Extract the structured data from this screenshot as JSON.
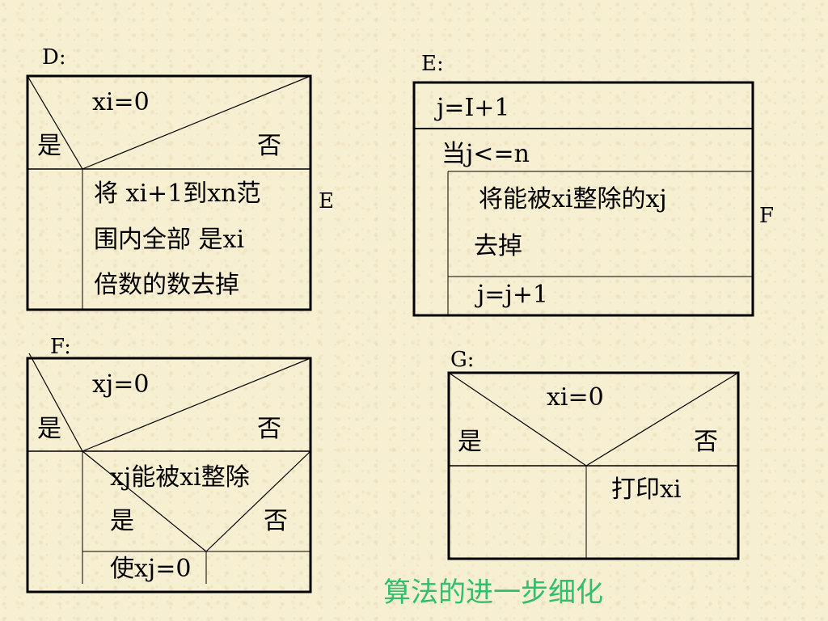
{
  "diagram_d": {
    "label": "D:",
    "condition": "xi=0",
    "yes": "是",
    "no": "否",
    "body_lines": [
      "将 xi+1到xn范",
      "围内全部 是xi",
      "倍数的数去掉"
    ],
    "side_label": "E"
  },
  "diagram_e": {
    "label": "E:",
    "init": "j=I+1",
    "loop": "当j<=n",
    "body_lines": [
      "将能被xi整除的xj",
      "去掉"
    ],
    "increment": "j=j+1",
    "side_label": "F"
  },
  "diagram_f": {
    "label": "F:",
    "condition": "xj=0",
    "yes": "是",
    "no": "否",
    "inner_condition": "xj能被xi整除",
    "inner_yes": "是",
    "inner_no": "否",
    "action": "使xj=0"
  },
  "diagram_g": {
    "label": "G:",
    "condition": "xi=0",
    "yes": "是",
    "no": "否",
    "action": "打印xi"
  },
  "caption": "算法的进一步细化",
  "colors": {
    "caption": "#2fbf6f",
    "background": "#f7efd2"
  }
}
